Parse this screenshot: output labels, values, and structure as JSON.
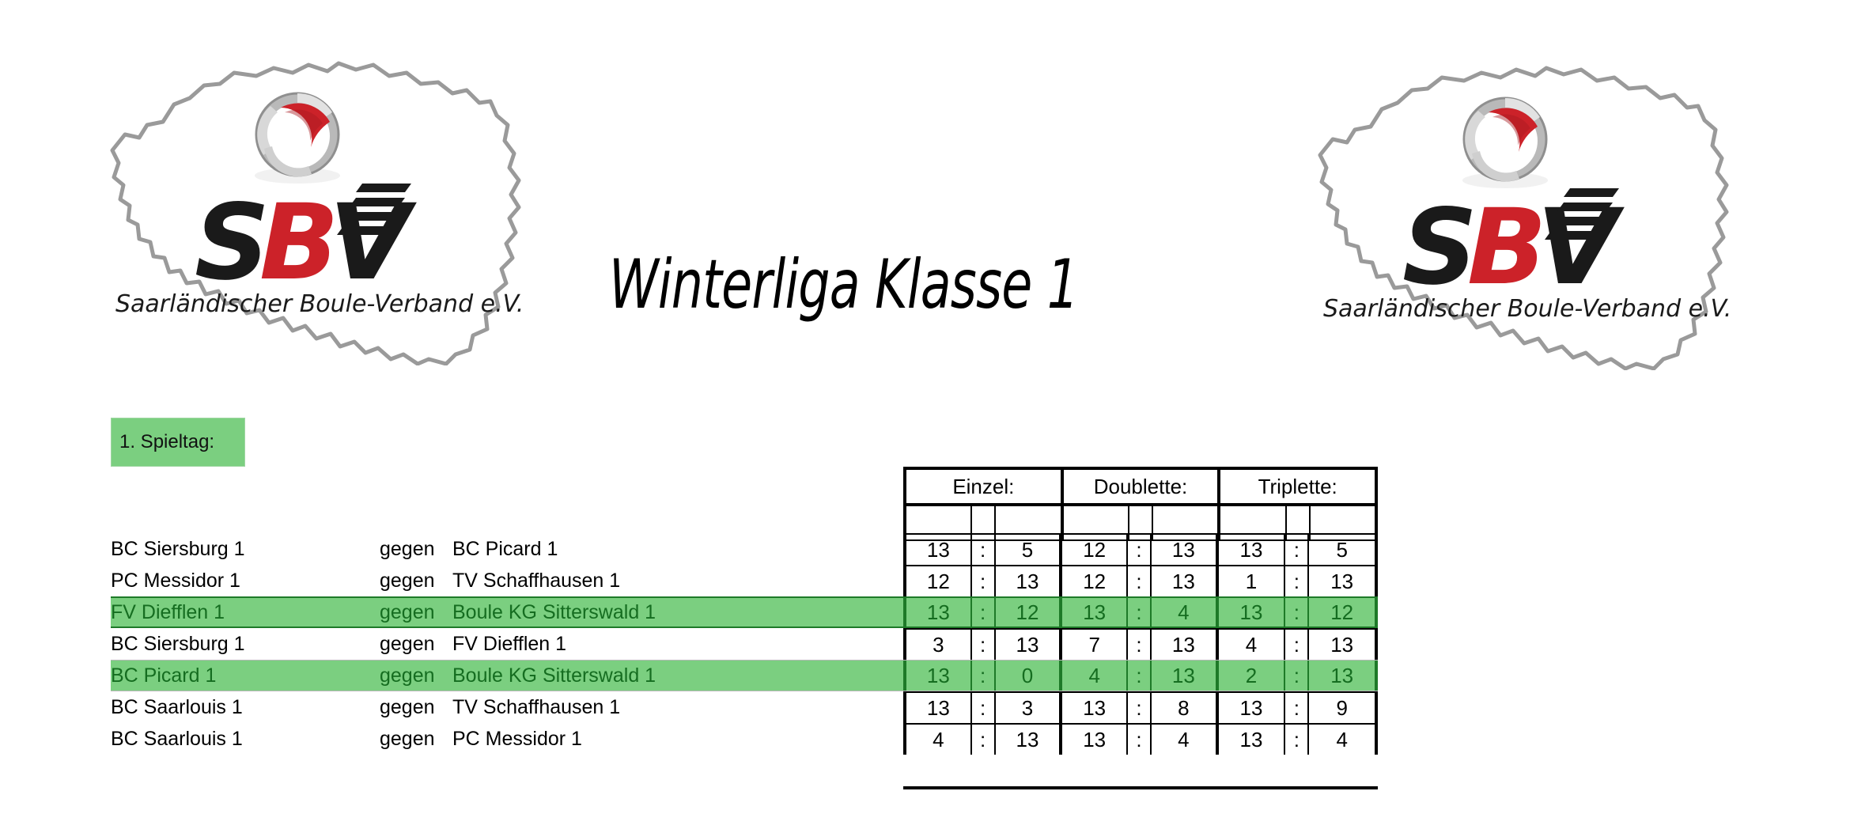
{
  "document": {
    "title": "Winterliga Klasse 1",
    "matchday_label": "1. Spieltag:",
    "versus_word": "gegen"
  },
  "logo": {
    "org_initials_s": "S",
    "org_initials_b": "B",
    "org_initials_v": "V",
    "org_name": "Saarländischer Boule-Verband e.V.",
    "colors": {
      "red": "#cc2229",
      "black": "#1a1a1a",
      "map_outline": "#9a9a9a",
      "ball_silver": "#c9c9c9"
    }
  },
  "colors": {
    "highlight_bg": "#7BCF80",
    "highlight_text": "#156d20",
    "highlight_border": "#1e7a28",
    "table_border": "#000000"
  },
  "score_table": {
    "headers": [
      "Einzel:",
      "Doublette:",
      "Triplette:"
    ],
    "separator": ":",
    "subheader_row": [
      "",
      "",
      "",
      "",
      "",
      "",
      "",
      "",
      ""
    ]
  },
  "matches": [
    {
      "home": "BC Siersburg 1",
      "away": "BC Picard 1",
      "highlight": false,
      "einzel": [
        "13",
        "5"
      ],
      "doublette": [
        "12",
        "13"
      ],
      "triplette": [
        "13",
        "5"
      ]
    },
    {
      "home": "PC Messidor 1",
      "away": "TV Schaffhausen 1",
      "highlight": false,
      "einzel": [
        "12",
        "13"
      ],
      "doublette": [
        "12",
        "13"
      ],
      "triplette": [
        "1",
        "13"
      ]
    },
    {
      "home": "FV Diefflen 1",
      "away": "Boule KG Sitterswald 1",
      "highlight": true,
      "einzel": [
        "13",
        "12"
      ],
      "doublette": [
        "13",
        "4"
      ],
      "triplette": [
        "13",
        "12"
      ]
    },
    {
      "home": "BC Siersburg 1",
      "away": "FV Diefflen 1",
      "highlight": false,
      "einzel": [
        "3",
        "13"
      ],
      "doublette": [
        "7",
        "13"
      ],
      "triplette": [
        "4",
        "13"
      ]
    },
    {
      "home": "BC Picard 1",
      "away": "Boule KG Sitterswald 1",
      "highlight": true,
      "einzel": [
        "13",
        "0"
      ],
      "doublette": [
        "4",
        "13"
      ],
      "triplette": [
        "2",
        "13"
      ]
    },
    {
      "home": "BC Saarlouis 1",
      "away": "TV Schaffhausen 1",
      "highlight": false,
      "einzel": [
        "13",
        "3"
      ],
      "doublette": [
        "13",
        "8"
      ],
      "triplette": [
        "13",
        "9"
      ]
    },
    {
      "home": "BC Saarlouis 1",
      "away": "PC Messidor 1",
      "highlight": false,
      "einzel": [
        "4",
        "13"
      ],
      "doublette": [
        "13",
        "4"
      ],
      "triplette": [
        "13",
        "4"
      ]
    }
  ]
}
